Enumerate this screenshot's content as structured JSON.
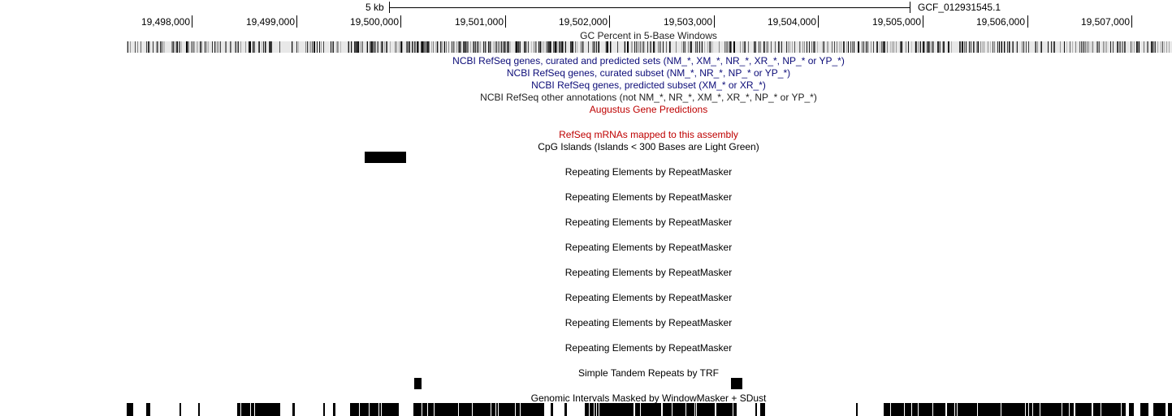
{
  "ruler": {
    "scale_label": "5 kb",
    "assembly_label": "GCF_012931545.1",
    "positions": [
      "19,498,000",
      "19,499,000",
      "19,500,000",
      "19,501,000",
      "19,502,000",
      "19,503,000",
      "19,504,000",
      "19,505,000",
      "19,506,000",
      "19,507,000"
    ]
  },
  "tracks": {
    "gc_percent": "GC Percent in 5-Base Windows",
    "refseq_all": "NCBI RefSeq genes, curated and predicted sets (NM_*, XM_*, NR_*, XR_*, NP_* or YP_*)",
    "refseq_curated": "NCBI RefSeq genes, curated subset (NM_*, NR_*, NP_* or YP_*)",
    "refseq_predicted": "NCBI RefSeq genes, predicted subset (XM_* or XR_*)",
    "refseq_other": "NCBI RefSeq other annotations (not NM_*, NR_*, XM_*, XR_*, NP_* or YP_*)",
    "augustus": "Augustus Gene Predictions",
    "refseq_mrna": "RefSeq mRNAs mapped to this assembly",
    "cpg": "CpG Islands (Islands < 300 Bases are Light Green)",
    "repeatmasker": [
      "Repeating Elements by RepeatMasker",
      "Repeating Elements by RepeatMasker",
      "Repeating Elements by RepeatMasker",
      "Repeating Elements by RepeatMasker",
      "Repeating Elements by RepeatMasker",
      "Repeating Elements by RepeatMasker",
      "Repeating Elements by RepeatMasker",
      "Repeating Elements by RepeatMasker"
    ],
    "simple_repeats": "Simple Tandem Repeats by TRF",
    "windowmasker": "Genomic Intervals Masked by WindowMasker + SDust"
  },
  "colors": {
    "refseq_blue": "#0c0c78",
    "augustus_red": "#be0000",
    "feature_black": "#000000"
  }
}
